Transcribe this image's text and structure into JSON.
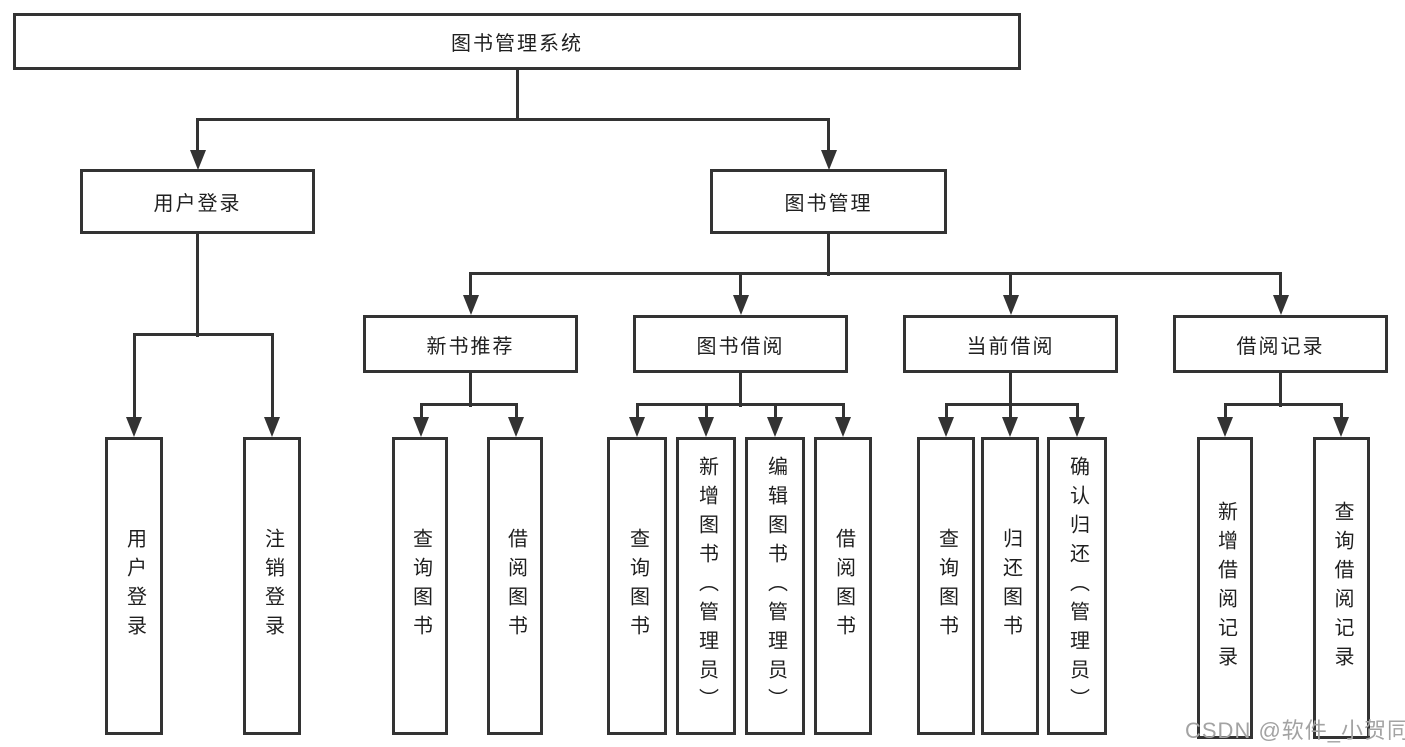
{
  "diagram_type": "hierarchy-tree",
  "tree": {
    "root": "图书管理系统",
    "level1": {
      "a": "用户登录",
      "b": "图书管理"
    },
    "level2": {
      "g2": "新书推荐",
      "g3": "图书借阅",
      "g4": "当前借阅",
      "g5": "借阅记录"
    },
    "leaves": {
      "g1": [
        "用户登录",
        "注销登录"
      ],
      "g2": [
        "查询图书",
        "借阅图书"
      ],
      "g3": [
        "查询图书",
        "新增图书（管理员）",
        "编辑图书（管理员）",
        "借阅图书"
      ],
      "g4": [
        "查询图书",
        "归还图书",
        "确认归还（管理员）"
      ],
      "g5": [
        "新增借阅记录",
        "查询借阅记录"
      ]
    }
  },
  "watermark": "CSDN @软件_小贺同学",
  "colors": {
    "line": "#333333",
    "text": "#1f1f1f",
    "watermark": "#a3a3a3",
    "background": "#ffffff"
  }
}
